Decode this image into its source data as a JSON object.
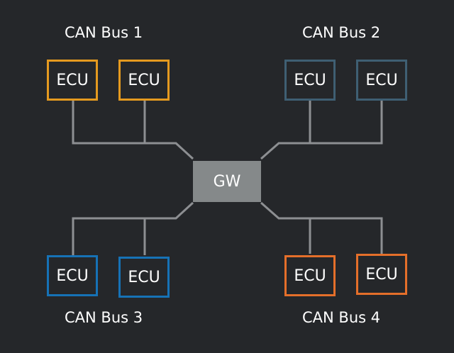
{
  "gateway": {
    "label": "GW",
    "color": "#85898a"
  },
  "wire_color": "#8d8f92",
  "buses": [
    {
      "label": "CAN Bus 1",
      "color": "#e59a1f",
      "ecus": [
        "ECU",
        "ECU"
      ]
    },
    {
      "label": "CAN Bus 2",
      "color": "#3f5f73",
      "ecus": [
        "ECU",
        "ECU"
      ]
    },
    {
      "label": "CAN Bus 3",
      "color": "#1672b6",
      "ecus": [
        "ECU",
        "ECU"
      ]
    },
    {
      "label": "CAN Bus 4",
      "color": "#e56f2a",
      "ecus": [
        "ECU",
        "ECU"
      ]
    }
  ]
}
